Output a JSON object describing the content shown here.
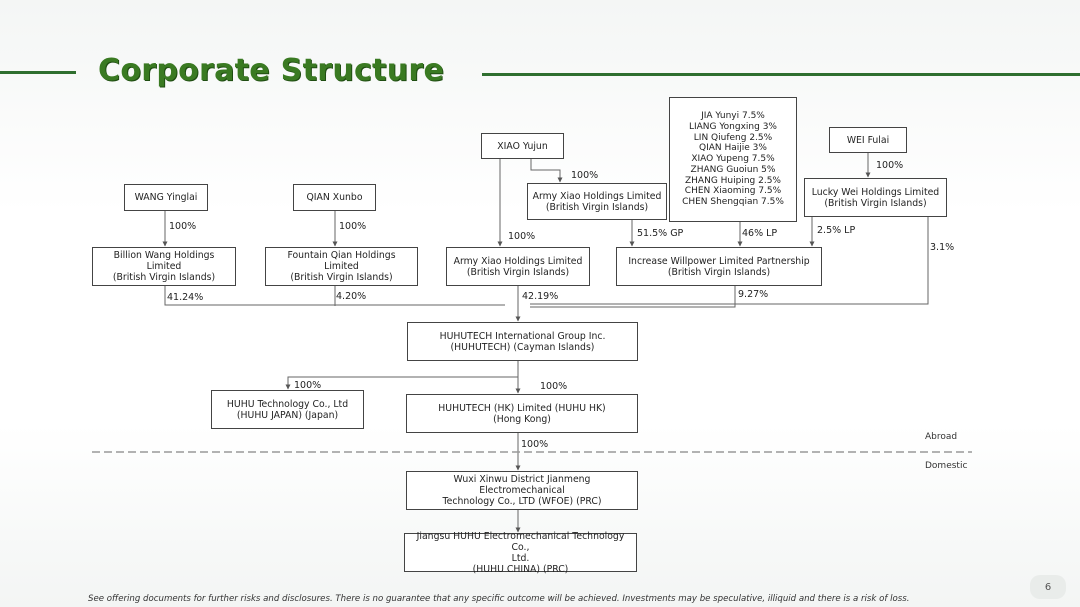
{
  "title": "Corporate Structure",
  "colors": {
    "accent": "#2f6f2f",
    "title": "#3a7a22",
    "line": "#555555"
  },
  "entities": {
    "wang_yinglai": "WANG Yinglai",
    "qian_xunbo": "QIAN Xunbo",
    "xiao_yujun": "XIAO Yujun",
    "lp_individuals": "JIA Yunyi 7.5%\nLIANG Yongxing 3%\nLIN Qiufeng 2.5%\nQIAN Haijie 3%\nXIAO Yupeng 7.5%\nZHANG Guoiun 5%\nZHANG Huiping 2.5%\nCHEN Xiaoming 7.5%\nCHEN Shengqian 7.5%",
    "wei_fulai": "WEI Fulai",
    "army_xiao_top": "Army Xiao Holdings Limited\n(British Virgin Islands)",
    "lucky_wei": "Lucky Wei Holdings Limited\n(British Virgin Islands)",
    "billion_wang": "Billion Wang Holdings Limited\n(British Virgin Islands)",
    "fountain_qian": "Fountain Qian Holdings Limited\n(British Virgin Islands)",
    "army_xiao_mid": "Army Xiao Holdings Limited\n(British Virgin Islands)",
    "increase_willpower": "Increase Willpower Limited Partnership\n(British Virgin Islands)",
    "huhutech_intl": "HUHUTECH International Group Inc.\n(HUHUTECH) (Cayman Islands)",
    "huhu_japan": "HUHU Technology Co., Ltd\n(HUHU JAPAN) (Japan)",
    "huhu_hk": "HUHUTECH (HK) Limited (HUHU HK)\n(Hong Kong)",
    "wfoe": "Wuxi Xinwu District Jianmeng Electromechanical\nTechnology Co., LTD (WFOE) (PRC)",
    "huhu_china": "Jiangsu HUHU Electromechanical Technology Co.,\nLtd.\n(HUHU CHINA) (PRC)"
  },
  "labels": {
    "wang_to_billion": "100%",
    "qian_to_fountain": "100%",
    "xiao_to_army_top": "100%",
    "xiao_to_army_mid": "100%",
    "army_gp": "51.5% GP",
    "individuals_lp": "46% LP",
    "lucky_lp": "2.5% LP",
    "wei_to_lucky": "100%",
    "lucky_to_intl": "3.1%",
    "billion_stake": "41.24%",
    "fountain_stake": "4.20%",
    "army_stake": "42.19%",
    "willpower_stake": "9.27%",
    "intl_to_japan": "100%",
    "intl_to_hk": "100%",
    "hk_to_wfoe": "100%"
  },
  "regions": {
    "abroad": "Abroad",
    "domestic": "Domestic"
  },
  "disclaimer": "See offering documents for further risks and disclosures. There is no guarantee that any specific outcome will be achieved. Investments may be speculative, illiquid and there is a risk of loss.",
  "page_number": "6"
}
